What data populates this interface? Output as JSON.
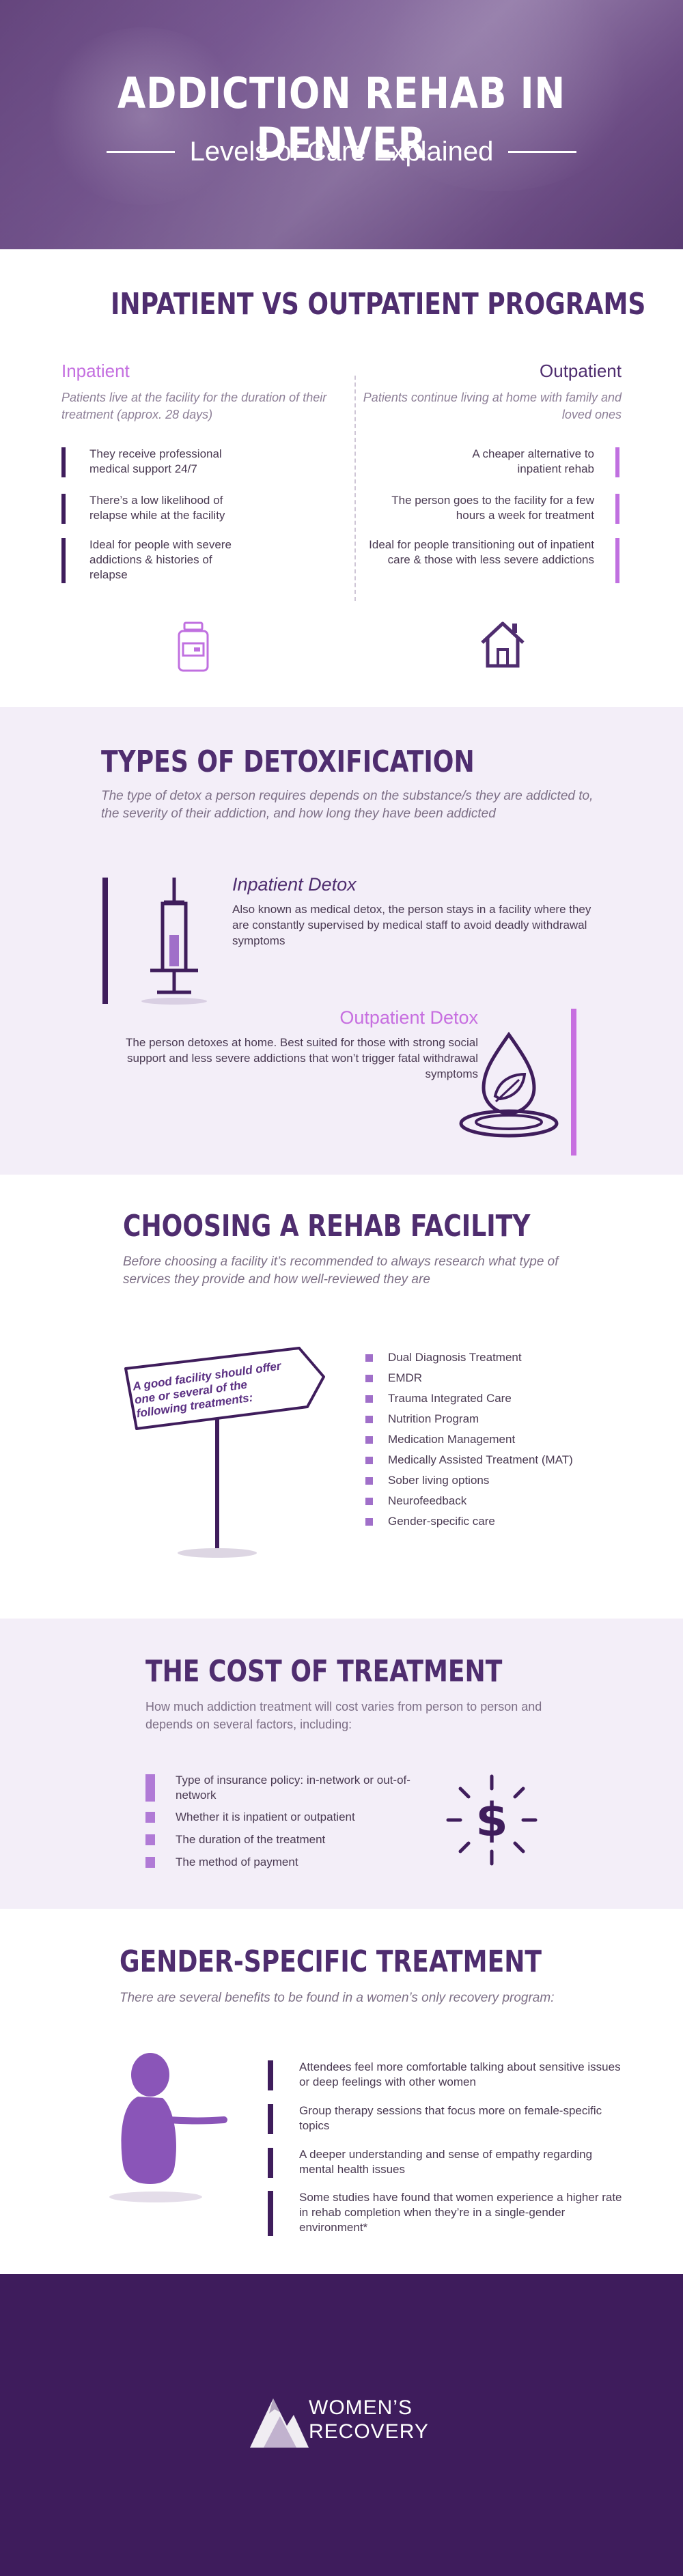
{
  "hero": {
    "title": "ADDICTION REHAB IN DENVER",
    "subtitle": "Levels of Care Explained"
  },
  "inout": {
    "title": "INPATIENT VS OUTPATIENT PROGRAMS",
    "inpatient": {
      "heading": "Inpatient",
      "description": "Patients live at the facility for the duration of their treatment (approx. 28 days)",
      "items": [
        "They receive professional medical support 24/7",
        "There’s a low likelihood of relapse while at the facility",
        "Ideal for people with severe addictions & histories of relapse"
      ]
    },
    "outpatient": {
      "heading": "Outpatient",
      "description": "Patients continue living at home with family and loved ones",
      "items": [
        "A cheaper alternative to inpatient rehab",
        "The person goes to the facility for a few hours a week for treatment",
        "Ideal for people transitioning out of inpatient care & those with less severe addictions"
      ]
    }
  },
  "detox": {
    "title": "TYPES OF DETOXIFICATION",
    "intro": "The type of detox a person requires depends on the substance/s they are addicted to, the severity of their addiction, and how long they have been addicted",
    "inpatient_title": "Inpatient Detox",
    "inpatient_desc": "Also known as medical detox, the person stays in a facility where they are constantly supervised by medical staff to avoid deadly withdrawal symptoms",
    "outpatient_title": "Outpatient Detox",
    "outpatient_desc": "The person detoxes at home. Best suited for those with strong social support and less severe addictions that won’t trigger fatal withdrawal symptoms"
  },
  "facility": {
    "title": "CHOOSING A REHAB FACILITY",
    "intro": "Before choosing a facility it’s recommended to always research what type of services they provide and how well-reviewed they are",
    "sign": "A good facility should offer one or several of the following treatments:",
    "treatments": [
      "Dual Diagnosis Treatment",
      "EMDR",
      "Trauma Integrated Care",
      "Nutrition Program",
      "Medication Management",
      "Medically Assisted Treatment (MAT)",
      "Sober living options",
      "Neurofeedback",
      "Gender-specific care"
    ]
  },
  "cost": {
    "title": "THE COST OF TREATMENT",
    "intro": "How much addiction treatment will cost varies from person to person and depends on several factors, including:",
    "factors": [
      "Type of insurance policy: in-network or out-of-network",
      "Whether it is inpatient or outpatient",
      "The duration of the treatment",
      "The method of payment"
    ]
  },
  "gender": {
    "title": "GENDER-SPECIFIC TREATMENT",
    "intro": "There are several benefits to be found in a women’s only recovery program:",
    "benefits": [
      "Attendees feel more comfortable talking about sensitive issues or deep feelings with other women",
      "Group therapy sessions that focus more on female-specific topics",
      "A deeper understanding and sense of empathy regarding mental health issues",
      "Some studies have found that women experience a higher rate in rehab completion when they’re in a single-gender environment*"
    ]
  },
  "footer": {
    "brand_line1": "WOMEN’S",
    "brand_line2": "RECOVERY"
  },
  "colors": {
    "primary": "#4f2d6f",
    "accent": "#c76fe0",
    "footer_bg": "#3e1c5c",
    "light_bg": "#f3eef8"
  }
}
